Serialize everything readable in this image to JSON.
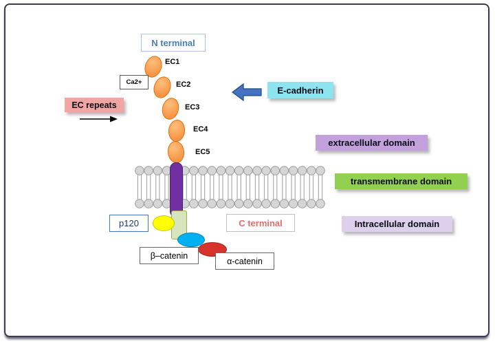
{
  "figure": {
    "n_terminal": "N terminal",
    "ca": "Ca2+",
    "ec_repeats": "EC repeats",
    "e_cadherin": "E-cadherin",
    "extracellular_domain": "extracellular domain",
    "transmembrane_domain": "transmembrane domain",
    "intracellular_domain": "Intracellular domain",
    "c_terminal": "C terminal",
    "p120": "p120",
    "beta_catenin": "β–catenin",
    "alpha_catenin": "α-catenin",
    "ec_units": [
      "EC1",
      "EC2",
      "EC3",
      "EC4",
      "EC5"
    ]
  },
  "colors": {
    "frame_border": "#3C3C50",
    "ec_fill": "#F79646",
    "ec_stroke": "#E36C0A",
    "arrow_fill": "#4472C4",
    "arrow_stroke": "#1F4E79",
    "e_cadherin_bg": "#8EE3F0",
    "ec_repeats_bg": "#F2A6A4",
    "extracellular_bg": "#C2A0DC",
    "transmembrane_bg": "#92D050",
    "intracellular_bg": "#DCD0EC",
    "membrane_head": "#D6D6D6",
    "membrane_stroke": "#9A9A9A",
    "membrane_tail": "#ABABAB",
    "tm_rod": "#7030A0",
    "tm_rod_stroke": "#4C1E78",
    "green_box": "#D8E4BC",
    "green_box_stroke": "#92B34A",
    "p120_ellipse": "#FFFF00",
    "p120_ellipse_stroke": "#C9C900",
    "beta_ellipse": "#00B0F0",
    "beta_ellipse_stroke": "#0081B8",
    "alpha_ellipse": "#D5342B",
    "alpha_ellipse_stroke": "#A32020",
    "n_terminal_text": "#4A7EBB",
    "n_terminal_border": "#A8C6E8",
    "c_terminal_text": "#E36C6A",
    "box_border_gray": "#BFBFBF",
    "p120_text": "#1F3864",
    "p120_border": "#4472C4"
  }
}
